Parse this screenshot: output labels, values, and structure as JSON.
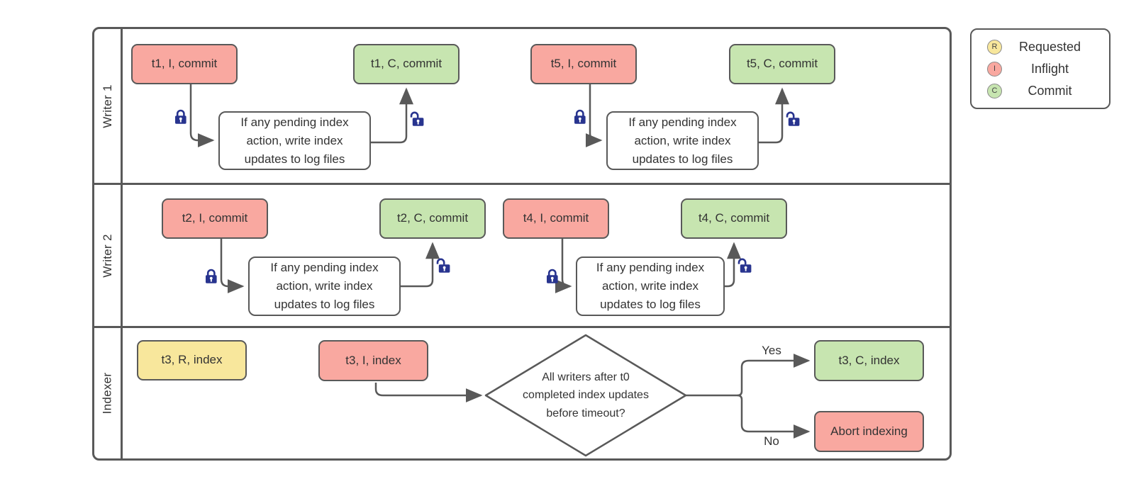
{
  "colors": {
    "stroke": "#595959",
    "inflight": "#F9A8A0",
    "commit": "#C7E5B0",
    "requested": "#F8E79C",
    "lock": "#28348F",
    "text": "#333333"
  },
  "lanes": [
    {
      "label": "Writer 1"
    },
    {
      "label": "Writer 2"
    },
    {
      "label": "Indexer"
    }
  ],
  "process_note": "If any pending index action, write index updates to log files",
  "nodes": {
    "t1_inflight": "t1, I, commit",
    "t1_commit": "t1, C, commit",
    "t5_inflight": "t5, I, commit",
    "t5_commit": "t5, C, commit",
    "t2_inflight": "t2, I, commit",
    "t2_commit": "t2, C, commit",
    "t4_inflight": "t4, I, commit",
    "t4_commit": "t4, C, commit",
    "t3_requested": "t3, R, index",
    "t3_inflight": "t3, I, index",
    "t3_commit": "t3, C, index",
    "abort": "Abort indexing"
  },
  "decision": {
    "text": "All writers after t0 completed index updates before timeout?",
    "yes_label": "Yes",
    "no_label": "No"
  },
  "legend": {
    "items": [
      {
        "letter": "R",
        "label": "Requested",
        "state": "requested"
      },
      {
        "letter": "I",
        "label": "Inflight",
        "state": "inflight"
      },
      {
        "letter": "C",
        "label": "Commit",
        "state": "commit"
      }
    ]
  }
}
